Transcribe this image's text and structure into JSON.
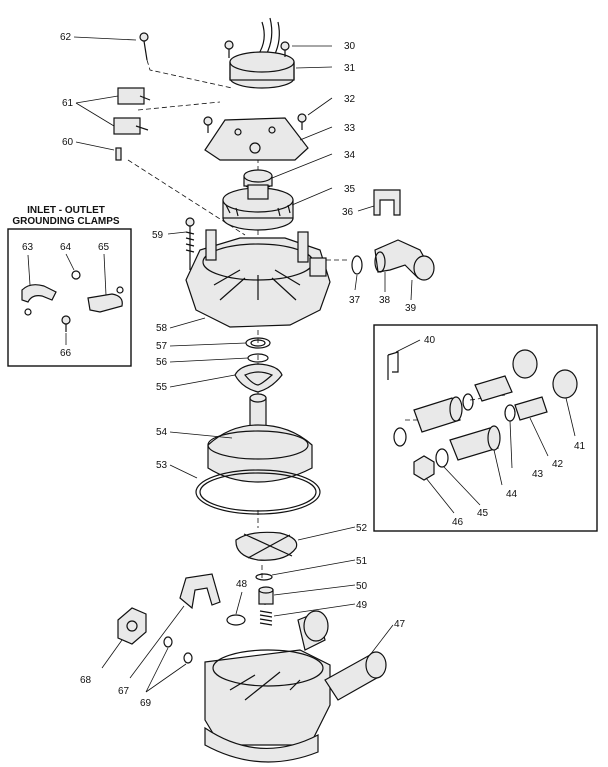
{
  "inset_title_line1": "INLET - OUTLET",
  "inset_title_line2": "GROUNDING CLAMPS",
  "part_numbers": [
    "30",
    "31",
    "32",
    "33",
    "34",
    "35",
    "36",
    "37",
    "38",
    "39",
    "40",
    "41",
    "42",
    "43",
    "44",
    "45",
    "46",
    "47",
    "48",
    "49",
    "50",
    "51",
    "52",
    "53",
    "54",
    "55",
    "56",
    "57",
    "58",
    "59",
    "60",
    "61",
    "62",
    "63",
    "64",
    "65",
    "66",
    "67",
    "68",
    "69"
  ]
}
